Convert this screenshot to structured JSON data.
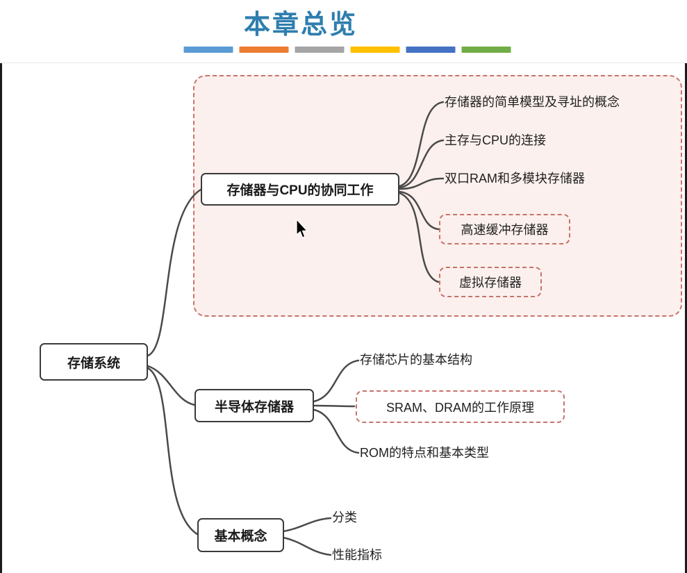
{
  "title": "本章总览",
  "colors": {
    "title": "#2E7EAE",
    "bars": [
      "#5B9BD5",
      "#ED7D31",
      "#A5A5A5",
      "#FFC000",
      "#4472C4",
      "#70AD47"
    ],
    "dashed_border": "#C9726B",
    "dashed_fill": "#FBF0ED",
    "node_border": "#3A3A3A",
    "connector_line": "#4A4A4A"
  },
  "mindmap": {
    "root": {
      "label": "存储系统"
    },
    "branches": [
      {
        "label": "存储器与CPU的协同工作",
        "children": [
          {
            "label": "存储器的简单模型及寻址的概念",
            "boxed": false
          },
          {
            "label": "主存与CPU的连接",
            "boxed": false
          },
          {
            "label": "双口RAM和多模块存储器",
            "boxed": false
          },
          {
            "label": "高速缓冲存储器",
            "boxed": true
          },
          {
            "label": "虚拟存储器",
            "boxed": true
          }
        ]
      },
      {
        "label": "半导体存储器",
        "children": [
          {
            "label": "存储芯片的基本结构",
            "boxed": false
          },
          {
            "label": "SRAM、DRAM的工作原理",
            "boxed": true
          },
          {
            "label": "ROM的特点和基本类型",
            "boxed": false
          }
        ]
      },
      {
        "label": "基本概念",
        "children": [
          {
            "label": "分类",
            "boxed": false
          },
          {
            "label": "性能指标",
            "boxed": false
          }
        ]
      }
    ]
  }
}
